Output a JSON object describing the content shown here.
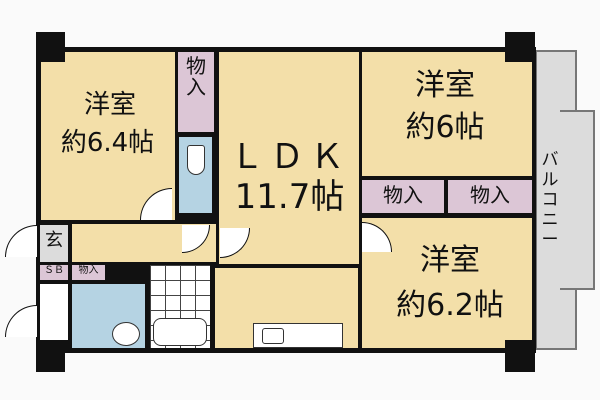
{
  "rooms": {
    "western_room_1": {
      "name": "洋室",
      "size": "約6.4帖"
    },
    "closet_1": {
      "name": "物入"
    },
    "ldk": {
      "name": "ＬＤＫ",
      "size": "11.7帖"
    },
    "western_room_2": {
      "name": "洋室",
      "size": "約6帖"
    },
    "closet_2": {
      "name": "物入"
    },
    "closet_3": {
      "name": "物入"
    },
    "western_room_3": {
      "name": "洋室",
      "size": "約6.2帖"
    },
    "entrance": {
      "name": "玄"
    },
    "shoe_box": {
      "name": "ＳＢ"
    },
    "closet_4": {
      "name": "物入"
    },
    "balcony": {
      "name": "バルコニー"
    }
  },
  "colors": {
    "room": "#f3dfa9",
    "storage": "#dcc6d6",
    "wet_area": "#b5d3e3",
    "balcony": "#dcdcdc",
    "wall": "#111111"
  }
}
